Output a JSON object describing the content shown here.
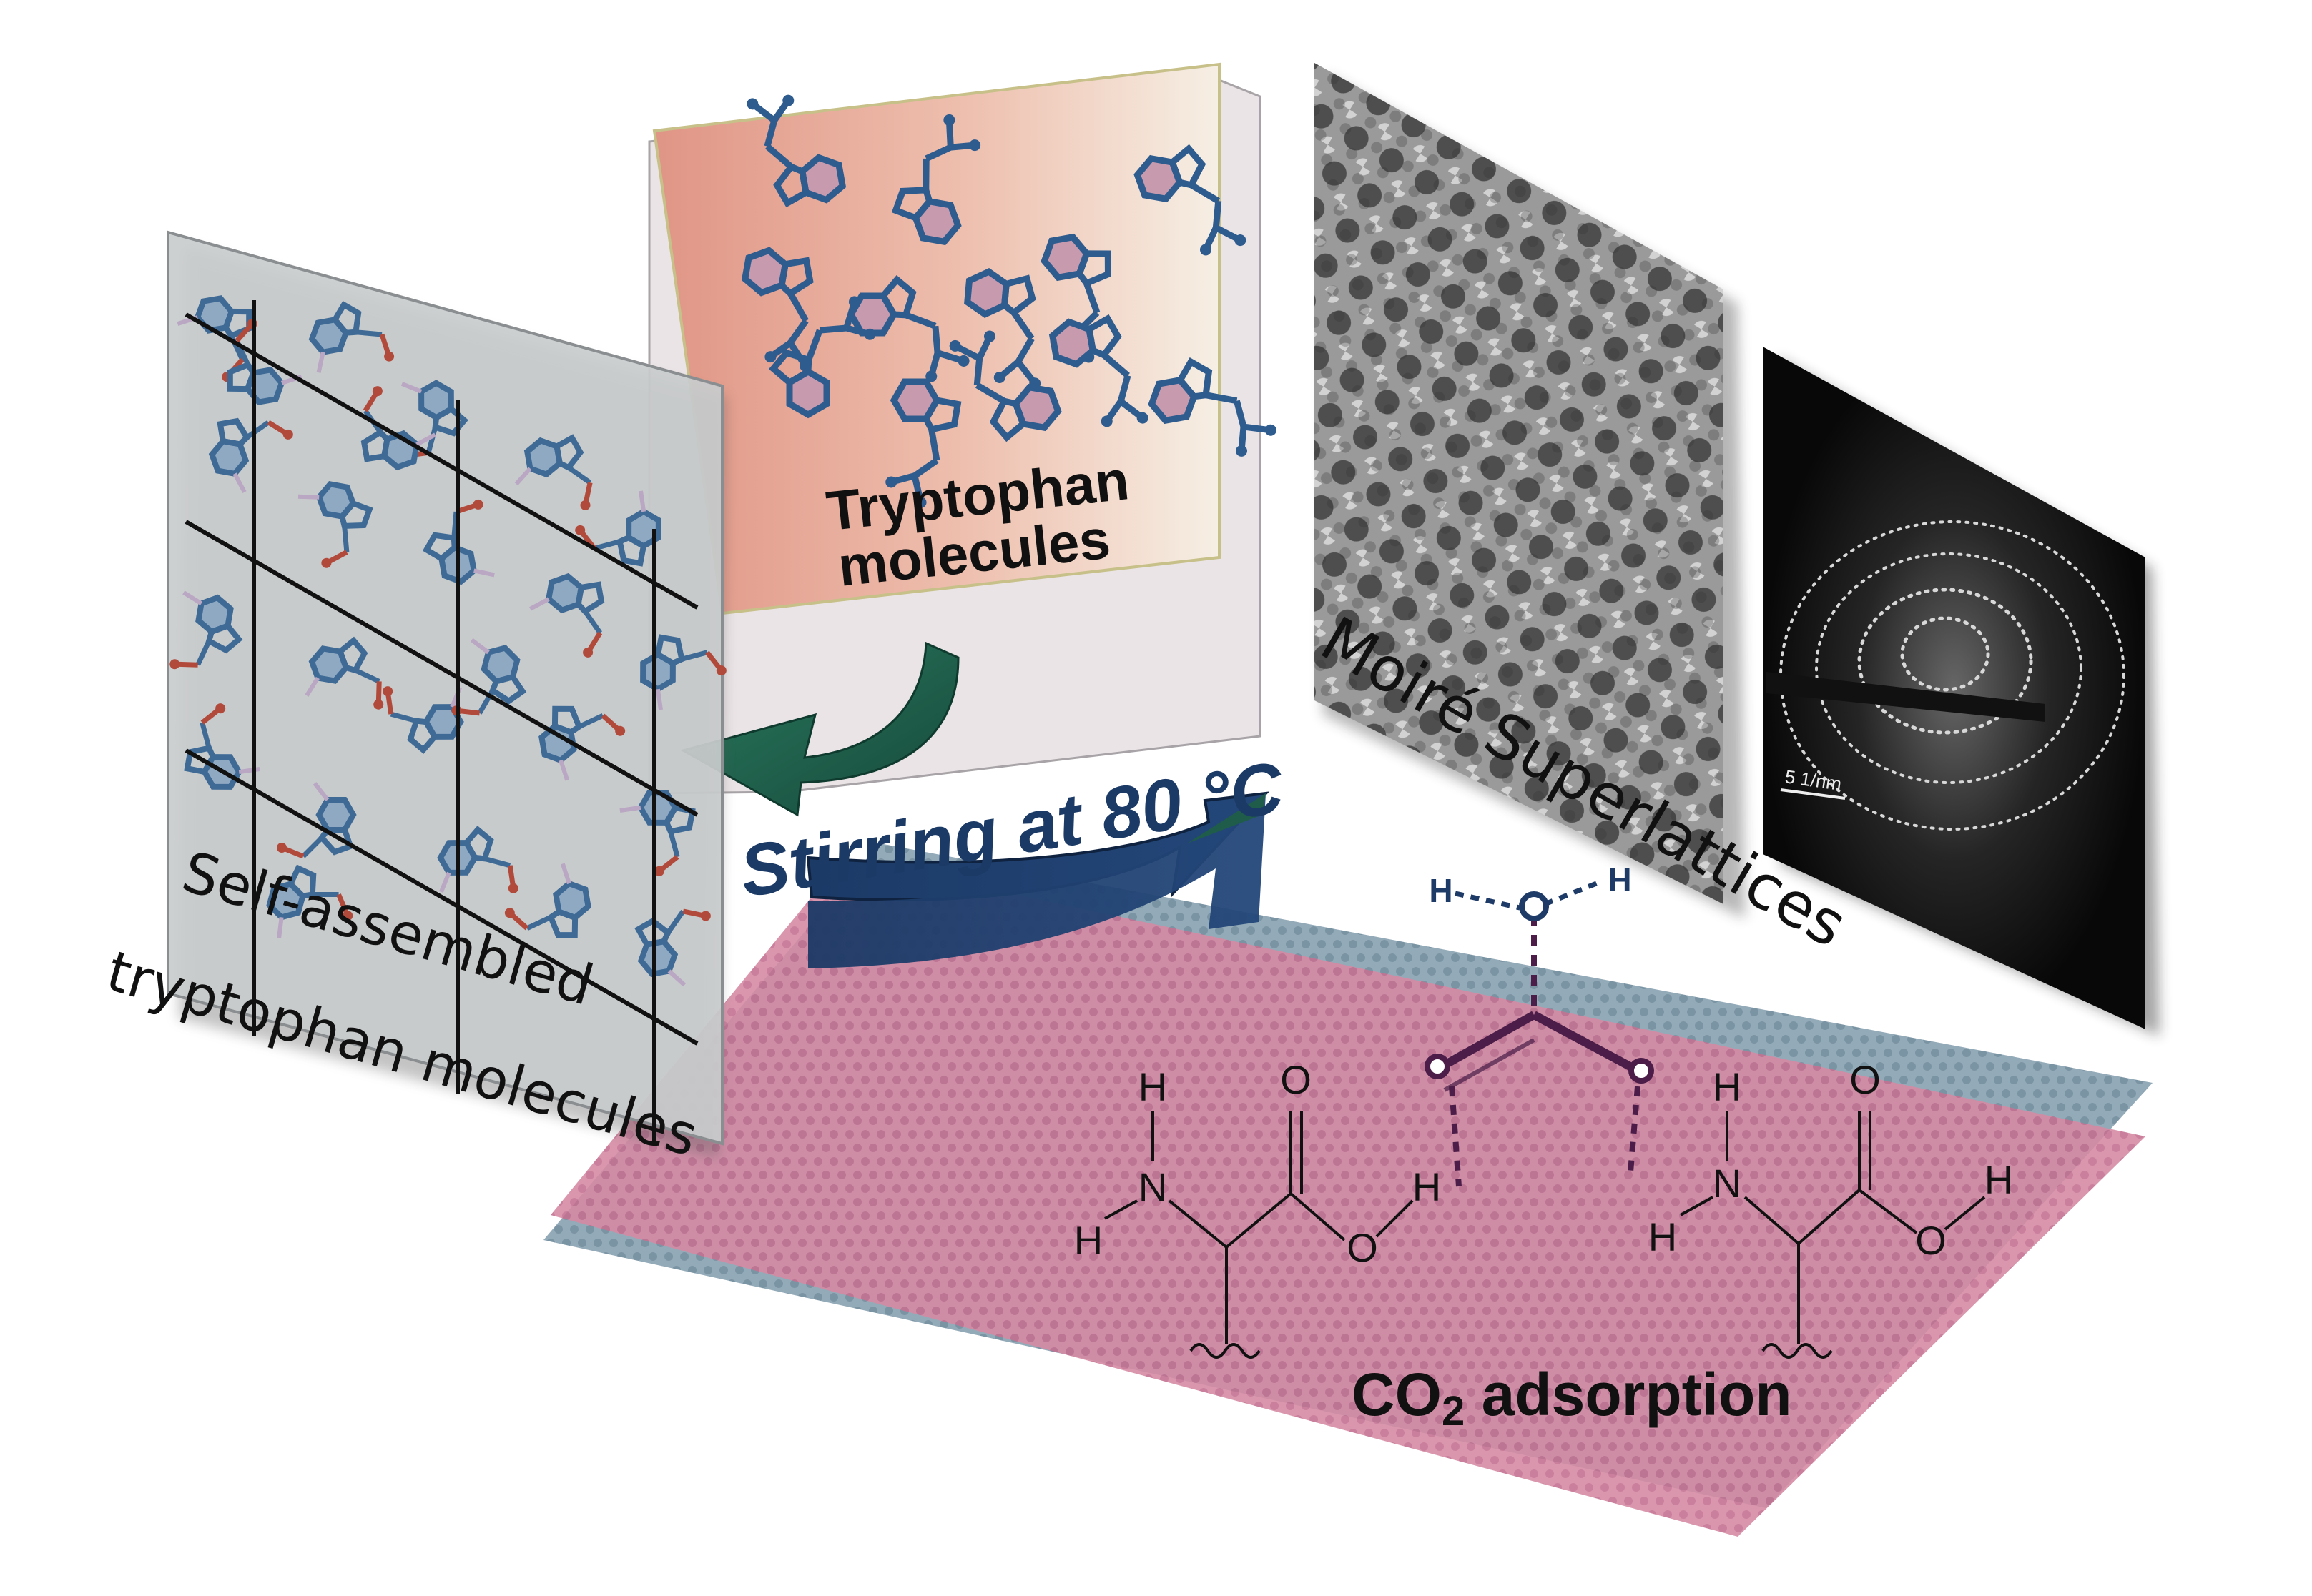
{
  "labels": {
    "tryptophan_line1": "Tryptophan",
    "tryptophan_line2": "molecules",
    "self_assembled_line1": "Self-assembled",
    "self_assembled_line2": "tryptophan molecules",
    "stirring": "Stirring at 80 °C",
    "moire": "Moiré Superlattices",
    "co2_main": "CO",
    "co2_sub": "2",
    "co2_rest": " adsorption",
    "scale_bar": "5 1/nm"
  },
  "atoms": {
    "h": "H",
    "n": "N",
    "o": "O"
  },
  "colors": {
    "arrow_navy": "#1c3a66",
    "arrow_green": "#1f5c4a",
    "tryptophan_panel_start": "#e09585",
    "tryptophan_panel_end": "#f6efe4",
    "molecule_blue": "#2f5c8f",
    "molecule_ring_fill": "#c79aae",
    "co2_purple": "#4b1d48",
    "water_navy": "#1e3a67",
    "sheet_pink": "#d3879f",
    "sheet_blue": "#7d98a8"
  }
}
